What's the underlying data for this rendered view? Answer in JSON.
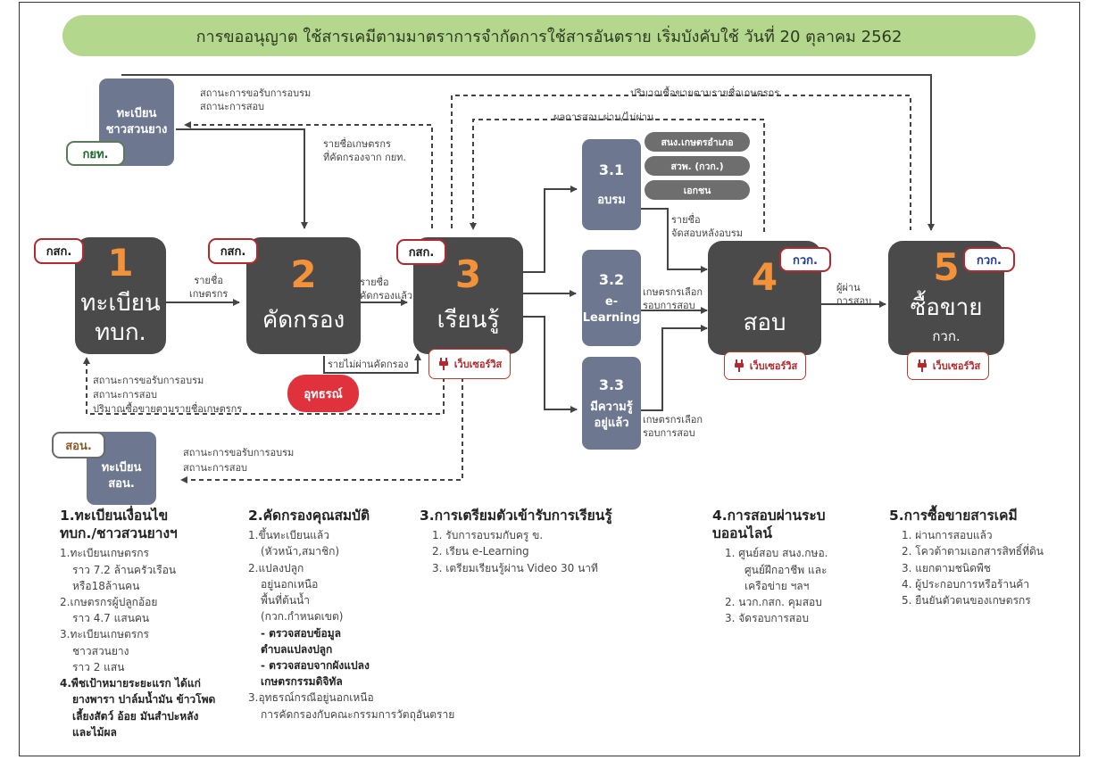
{
  "title": "การขออนุญาต ใช้สารเคมีตามมาตราการจำกัดการใช้สารอันตราย เริ่มบังคับใช้ วันที่ 20 ตุลาคม 2562",
  "colors": {
    "title_bg": "#b3d78c",
    "box_dark": "#4a4a4a",
    "box_slate": "#6d7890",
    "step_number": "#f4923a",
    "tag_border": "#b5282e",
    "udhorn": "#e0323c"
  },
  "icons": [
    "plug-icon"
  ],
  "top_left_box": {
    "line1": "ทะเบียน",
    "line2": "ชาวสวนยาง",
    "tag": "กยท."
  },
  "bottom_left_box": {
    "line1": "ทะเบียน",
    "line2": "สอน.",
    "tag": "สอน."
  },
  "steps": [
    {
      "number": "1",
      "label1": "ทะเบียน",
      "label2": "ทบก.",
      "tag": "กสก."
    },
    {
      "number": "2",
      "label1": "คัดกรอง",
      "tag": "กสก."
    },
    {
      "number": "3",
      "label1": "เรียนรู้",
      "tag": "กสก.",
      "web": "เว็บเซอร์วิส"
    },
    {
      "number": "4",
      "label1": "สอบ",
      "tag": "กวก.",
      "web": "เว็บเซอร์วิส"
    },
    {
      "number": "5",
      "label1": "ซื้อขาย",
      "label2": "กวก.",
      "tag": "กวก.",
      "web": "เว็บเซอร์วิส"
    }
  ],
  "substeps": [
    {
      "number": "3.1",
      "label1": "อบรม"
    },
    {
      "number": "3.2",
      "label1": "e-",
      "label2": "Learning"
    },
    {
      "number": "3.3",
      "label1": "มีความรู้",
      "label2": "อยู่แล้ว"
    }
  ],
  "providers": [
    "สนง.เกษตรอำเภอ",
    "สวพ. (กวก.)",
    "เอกชน"
  ],
  "udhorn": "อุทธรณ์",
  "labels": {
    "top_status1": "สถานะการขอรับการอบรม",
    "top_status2": "สถานะการสอบ",
    "farmer_list1": "รายชื่อเกษตรกร",
    "farmer_list2": "ที่คัดกรองจาก กยท.",
    "buysell_volume": "ปริมาณซื้อขายตามรายชื่อเกษตรกร",
    "exam_result": "ผลการสอบ ผ่าน/ไม่ผ่าน",
    "names1": "รายชื่อ",
    "names2": "เกษตรกร",
    "screened1": "รายชื่อ",
    "screened2": "คัดกรองแล้ว",
    "failed_screen": "รายไม่ผ่านคัดกรอง",
    "exam_after1": "รายชื่อ",
    "exam_after2": "จัดสอบหลังอบรม",
    "choose_round1": "เกษตรกรเลือก",
    "choose_round2": "รอบการสอบ",
    "choose_round3": "เกษตรกรเลือก",
    "choose_round4": "รอบการสอบ",
    "passed1": "ผู้ผ่าน",
    "passed2": "การสอบ",
    "bottom_status1": "สถานะการขอรับการอบรม",
    "bottom_status2": "สถานะการสอบ",
    "bottom_status3": "ปริมาณซื้อขายตามรายชื่อเกษตรกร",
    "son_status1": "สถานะการขอรับการอบรม",
    "son_status2": "สถานะการสอบ"
  },
  "sections": {
    "s1": {
      "h1": "1.ทะเบียนเงื่อนไข",
      "h2": "ทบก./ชาวสวนยางฯ",
      "l1": "1.ทะเบียนเกษตรกร",
      "l2": "ราว 7.2 ล้านครัวเรือน",
      "l3": "หรือ18ล้านคน",
      "l4": "2.เกษตรกรผู้ปลูกอ้อย",
      "l5": "ราว 4.7 แสนคน",
      "l6": "3.ทะเบียนเกษตรกร",
      "l7": "ชาวสวนยาง",
      "l8": "ราว 2 แสน",
      "l9": "4.พืชเป้าหมายระยะแรก ได้แก่",
      "l10": "ยางพารา ปาล์มน้ำมัน ข้าวโพด",
      "l11": "เลี้ยงสัตว์ อ้อย มันสำปะหลัง",
      "l12": "และไม้ผล"
    },
    "s2": {
      "h": "2.คัดกรองคุณสมบัติ",
      "l1": "1.ขึ้นทะเบียนแล้ว",
      "l2": "(หัวหน้า,สมาชิก)",
      "l3": "2.แปลงปลูก",
      "l4": "อยู่นอกเหนือ",
      "l5": "พื้นที่ต้นน้ำ",
      "l6": "(กวก.กำหนดเขต)",
      "l7": "- ตรวจสอบข้อมูล",
      "l8": "ตำบลแปลงปลูก",
      "l9": "- ตรวจสอบจากผังแปลง",
      "l10": "เกษตรกรรมดิจิทัล",
      "l11": "3.อุทธรณ์กรณีอยู่นอกเหนือ",
      "l12": "การคัดกรองกับคณะกรรมการวัตถุอันตราย"
    },
    "s3": {
      "h": "3.การเตรียมตัวเข้ารับการเรียนรู้",
      "items": [
        "1.   รับการอบรมกับครู ข.",
        "2.   เรียน e-Learning",
        "3.   เตรียมเรียนรู้ผ่าน Video 30 นาที"
      ]
    },
    "s4": {
      "h1": "4.การสอบผ่านระบ",
      "h2": "บออนไลน์",
      "l1": "1.   ศูนย์สอบ สนง.กษอ.",
      "l2": "ศูนย์ฝึกอาชีพ และ",
      "l3": "เครือข่าย ฯลฯ",
      "l4": "2.   นวก.กสก. คุมสอบ",
      "l5": "3.   จัดรอบการสอบ"
    },
    "s5": {
      "h": "5.การซื้อขายสารเคมี",
      "items": [
        "1.   ผ่านการสอบแล้ว",
        "2.   โควต้าตามเอกสารสิทธิ์ที่ดิน",
        "3.   แยกตามชนิดพืช",
        "4.   ผู้ประกอบการหรือร้านค้า",
        "5.   ยืนยันตัวตนของเกษตรกร"
      ]
    }
  }
}
